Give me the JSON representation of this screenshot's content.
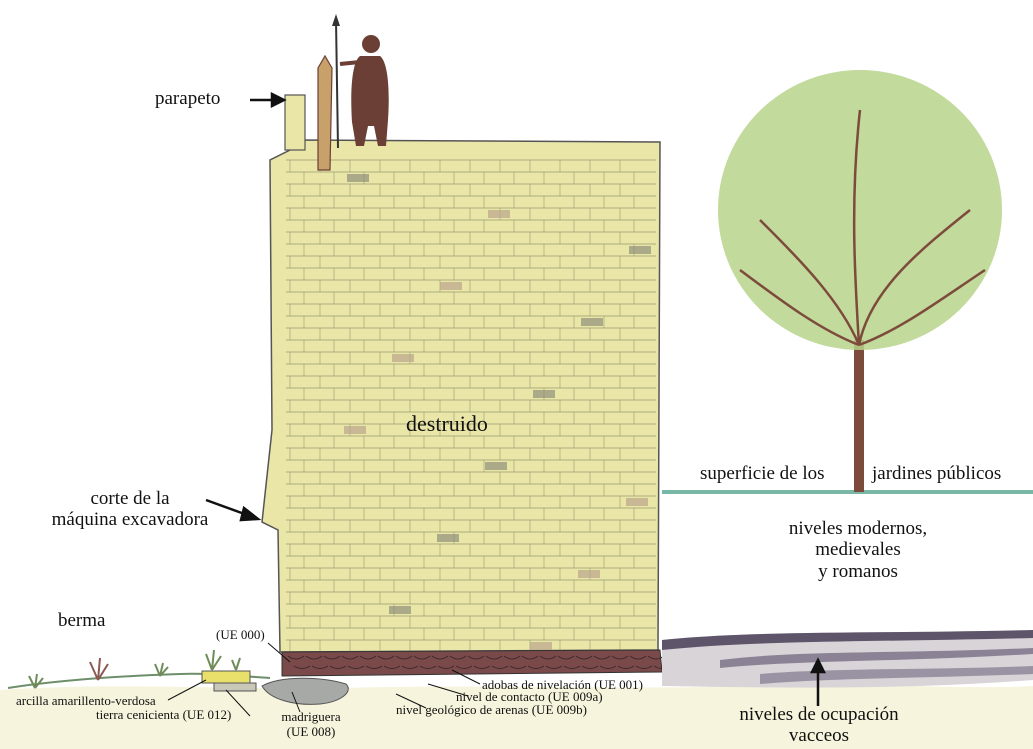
{
  "labels": {
    "parapeto": "parapeto",
    "destruido": "destruido",
    "corte_line1": "corte de la",
    "corte_line2": "máquina excavadora",
    "berma": "berma",
    "superficie_a": "superficie de los",
    "superficie_b": "jardines públicos",
    "niveles_modernos_1": "niveles modernos,",
    "niveles_modernos_2": "medievales",
    "niveles_modernos_3": "y romanos",
    "ue000": "(UE 000)",
    "adobas": "adobas de nivelación (UE 001)",
    "contacto": "nivel de contacto (UE 009a)",
    "geologico": "nivel geológico de arenas (UE 009b)",
    "arcilla": "arcilla amarillento-verdosa",
    "tierra": "tierra cenicienta (UE 012)",
    "madriguera_1": "madriguera",
    "madriguera_2": "(UE 008)",
    "ocupacion_1": "niveles de ocupación",
    "ocupacion_2": "vacceos"
  },
  "colors": {
    "wall_fill": "#e9e6a8",
    "brick_line": "#9a9a70",
    "brick_accent": "#b9a48c",
    "foundation": "#7a4a4a",
    "tree_trunk": "#7d4b3c",
    "tree_crown": "#b7d48a",
    "grass": "#79b7a7",
    "strata_dark": "#5e556a",
    "strata_light": "#d9d4d8",
    "soldier": "#6b3f35"
  }
}
